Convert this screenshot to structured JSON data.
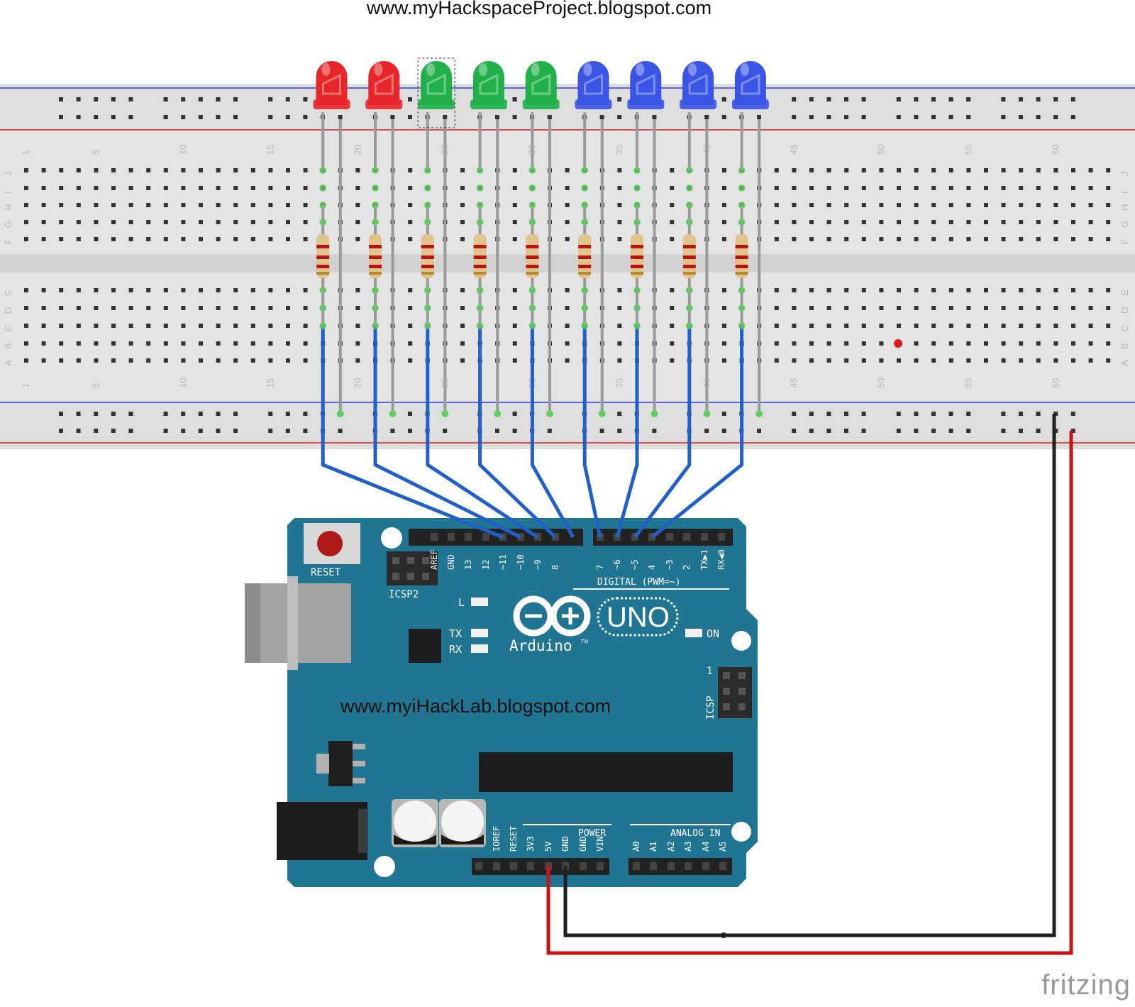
{
  "header": {
    "url": "www.myHackspaceProject.blogspot.com"
  },
  "board": {
    "url": "www.myiHackLab.blogspot.com",
    "reset_label": "RESET",
    "icsp2_label": "ICSP2",
    "icsp_label": "ICSP",
    "icsp_pin1": "1",
    "digital_label": "DIGITAL (PWM=~)",
    "power_label": "POWER",
    "analog_label": "ANALOG IN",
    "logo_text": "Arduino",
    "logo_tm": "TM",
    "uno_text": "UNO",
    "led_l": "L",
    "led_tx": "TX",
    "led_rx": "RX",
    "led_on": "ON",
    "digital_pins": [
      "AREF",
      "GND",
      "13",
      "12",
      "~11",
      "~10",
      "~9",
      "8",
      "7",
      "~6",
      "~5",
      "4",
      "~3",
      "2",
      "TX▶1",
      "RX◀0"
    ],
    "power_pins": [
      "IOREF",
      "RESET",
      "3V3",
      "5V",
      "GND",
      "GND",
      "VIN"
    ],
    "analog_pins": [
      "A0",
      "A1",
      "A2",
      "A3",
      "A4",
      "A5"
    ]
  },
  "breadboard": {
    "column_numbers": [
      "1",
      "5",
      "10",
      "15",
      "20",
      "25",
      "30",
      "35",
      "40",
      "45",
      "50",
      "55",
      "60"
    ],
    "row_letters_top": [
      "J",
      "I",
      "H",
      "G",
      "F"
    ],
    "row_letters_bottom": [
      "E",
      "D",
      "C",
      "B",
      "A"
    ]
  },
  "leds": [
    {
      "name": "led-1",
      "color": "#e8262a"
    },
    {
      "name": "led-2",
      "color": "#e8262a"
    },
    {
      "name": "led-3",
      "color": "#22b04a"
    },
    {
      "name": "led-4",
      "color": "#22b04a"
    },
    {
      "name": "led-5",
      "color": "#22b04a"
    },
    {
      "name": "led-6",
      "color": "#3a55e6"
    },
    {
      "name": "led-7",
      "color": "#3a55e6"
    },
    {
      "name": "led-8",
      "color": "#3a55e6"
    },
    {
      "name": "led-9",
      "color": "#3a55e6"
    }
  ],
  "colors": {
    "board": "#1f7592",
    "wire_signal": "#2060c8",
    "wire_5v": "#c81414",
    "wire_gnd": "#202020"
  },
  "watermark": "fritzing"
}
